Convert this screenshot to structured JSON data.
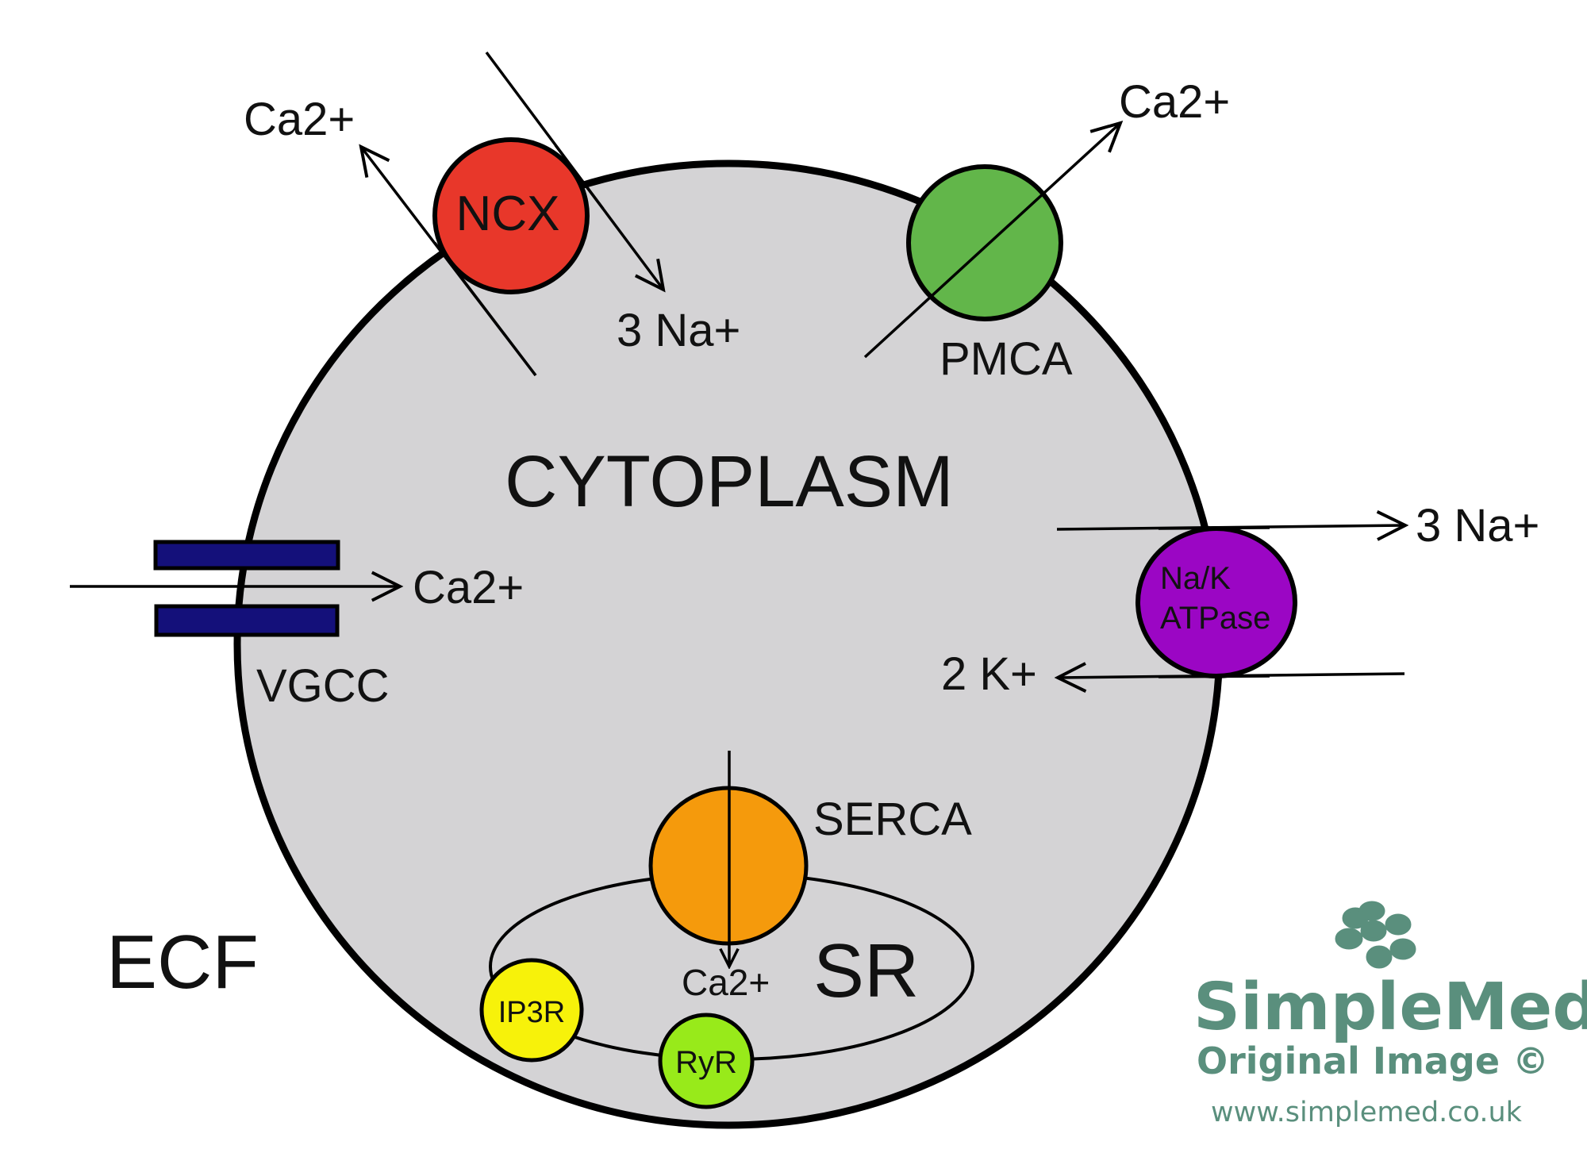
{
  "diagram": {
    "title": "Calcium handling in the cell",
    "regions": {
      "cytoplasm": "CYTOPLASM",
      "ecf": "ECF",
      "sr": "SR"
    },
    "transporters": {
      "ncx": {
        "label": "NCX",
        "color": "#e8372a",
        "out_ion": "Ca2+",
        "in_ion": "3 Na+"
      },
      "pmca": {
        "label": "PMCA",
        "color": "#62b64a",
        "out_ion": "Ca2+"
      },
      "nak": {
        "label_line1": "Na/K",
        "label_line2": "ATPase",
        "color": "#9b06c4",
        "out_ion": "3 Na+",
        "in_ion": "2 K+"
      },
      "vgcc": {
        "label": "VGCC",
        "color": "#14107a",
        "in_ion": "Ca2+"
      },
      "serca": {
        "label": "SERCA",
        "color": "#f59a0c",
        "sr_ion": "Ca2+"
      },
      "ip3r": {
        "label": "IP3R",
        "color": "#f7f20a"
      },
      "ryr": {
        "label": "RyR",
        "color": "#98ea1a"
      }
    },
    "colors": {
      "cell_fill": "#d4d3d5",
      "outline": "#000000",
      "brand": "#5a8f7d"
    }
  },
  "watermark": {
    "brand": "SimpleMed",
    "subtitle": "Original Image ©",
    "url": "www.simplemed.co.uk"
  }
}
